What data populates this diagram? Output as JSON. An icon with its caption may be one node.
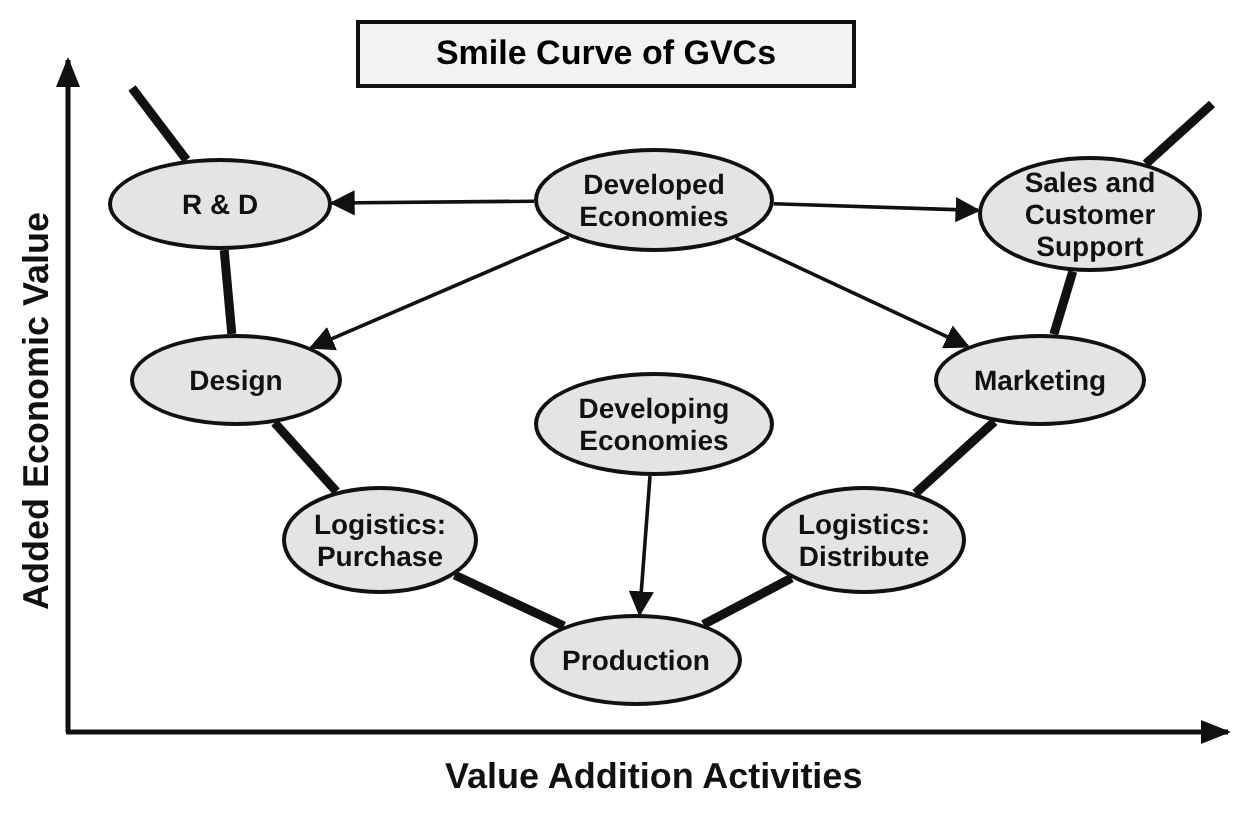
{
  "diagram": {
    "title": "Smile Curve of GVCs",
    "nodes": [
      {
        "text": [
          "R & D"
        ]
      },
      {
        "text": [
          "Developed Economies"
        ]
      },
      {
        "text": [
          "Sales and Customer Support"
        ]
      },
      {
        "text": [
          "Design"
        ]
      },
      {
        "text": [
          "Marketing"
        ]
      },
      {
        "text": [
          "Developing Economies"
        ]
      },
      {
        "text": [
          "Logistics: Purchase"
        ]
      },
      {
        "text": [
          "Logistics: Distribute"
        ]
      },
      {
        "text": [
          "Production"
        ]
      }
    ],
    "edges": [
      {
        "from": 1,
        "to": 0,
        "arrow": "to"
      },
      {
        "from": 1,
        "to": 2,
        "arrow": "to"
      },
      {
        "from": 1,
        "to": 3,
        "arrow": "to"
      },
      {
        "from": 1,
        "to": 4,
        "arrow": "to"
      },
      {
        "from": 5,
        "to": 8,
        "arrow": "to"
      },
      {
        "from": null,
        "to": 0,
        "arrow": "none"
      },
      {
        "from": 0,
        "to": 3,
        "arrow": "none"
      },
      {
        "from": 3,
        "to": 6,
        "arrow": "none"
      },
      {
        "from": 6,
        "to": 8,
        "arrow": "none"
      },
      {
        "from": 8,
        "to": 7,
        "arrow": "none"
      },
      {
        "from": 7,
        "to": 4,
        "arrow": "none"
      },
      {
        "from": 4,
        "to": 2,
        "arrow": "none"
      },
      {
        "from": 2,
        "to": null,
        "arrow": "none"
      }
    ],
    "labels": [
      "Added Economic Value",
      "Value Addition Activities"
    ]
  }
}
